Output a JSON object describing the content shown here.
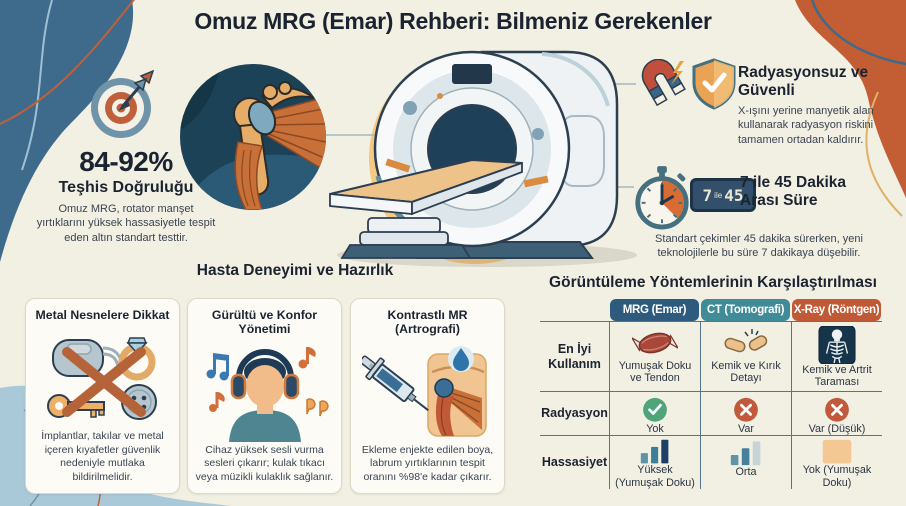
{
  "title": "Omuz MRG (Emar) Rehberi: Bilmeniz Gerekenler",
  "diagnosis": {
    "value": "84-92%",
    "label": "Teşhis Doğruluğu",
    "description": "Omuz MRG, rotator manşet yırtıklarını yüksek hassasiyetle tespit eden altın standart testtir."
  },
  "safety": {
    "title": "Radyasyonsuz ve Güvenli",
    "description": "X-ışını yerine manyetik alan kullanarak radyasyon riskini tamamen ortadan kaldırır."
  },
  "duration": {
    "display_value_1": "7",
    "display_separator": "ile",
    "display_value_2": "45",
    "title": "7 ile 45 Dakika Arası Süre",
    "description": "Standart çekimler 45 dakika sürerken, yeni teknolojilerle bu süre 7 dakikaya düşebilir."
  },
  "patient_section": {
    "title": "Hasta Deneyimi ve Hazırlık",
    "cards": [
      {
        "title": "Metal Nesnelere Dikkat",
        "icon": "metal-objects-crossed-icon",
        "description": "İmplantlar, takılar ve metal içeren kıyafetler güvenlik nedeniyle mutlaka bildirilmelidir."
      },
      {
        "title": "Gürültü ve Konfor Yönetimi",
        "icon": "headphones-person-icon",
        "description": "Cihaz yüksek sesli vurma sesleri çıkarır; kulak tıkacı veya müzikli kulaklık sağlanır."
      },
      {
        "title": "Kontrastlı MR (Artrografi)",
        "icon": "syringe-shoulder-icon",
        "description": "Ekleme enjekte edilen boya, labrum yırtıklarının tespit oranını %98'e kadar çıkarır."
      }
    ]
  },
  "comparison": {
    "title": "Görüntüleme Yöntemlerinin Karşılaştırılması",
    "columns": [
      {
        "label": "MRG (Emar)",
        "color": "#2e5a7d"
      },
      {
        "label": "CT (Tomografi)",
        "color": "#3f8b97"
      },
      {
        "label": "X-Ray (Röntgen)",
        "color": "#c05a36"
      }
    ],
    "rows": [
      {
        "label": "En İyi Kullanım",
        "cells": [
          {
            "icon": "muscle-icon",
            "text": "Yumuşak Doku ve Tendon"
          },
          {
            "icon": "broken-bone-icon",
            "text": "Kemik ve Kırık Detayı"
          },
          {
            "icon": "skeleton-xray-icon",
            "text": "Kemik ve Artrit Taraması"
          }
        ]
      },
      {
        "label": "Radyasyon",
        "cells": [
          {
            "icon": "check-circle-icon",
            "text": "Yok"
          },
          {
            "icon": "cross-circle-icon",
            "text": "Var"
          },
          {
            "icon": "cross-circle-icon",
            "text": "Var (Düşük)"
          }
        ]
      },
      {
        "label": "Hassasiyet",
        "cells": [
          {
            "icon": "bar-chart-high-icon",
            "text": "Yüksek (Yumuşak Doku)"
          },
          {
            "icon": "bar-chart-medium-icon",
            "text": "Orta"
          },
          {
            "icon": "swatch-none-icon",
            "text": "Yok (Yumuşak Doku)"
          }
        ]
      }
    ]
  },
  "colors": {
    "background": "#f2efe3",
    "navy": "#1c4258",
    "steel_blue": "#3e6b8c",
    "light_blue": "#a9c8d8",
    "orange": "#c25d34",
    "yellow": "#f5c983",
    "positive_green": "#4fa579",
    "negative_orange": "#c2593a"
  }
}
